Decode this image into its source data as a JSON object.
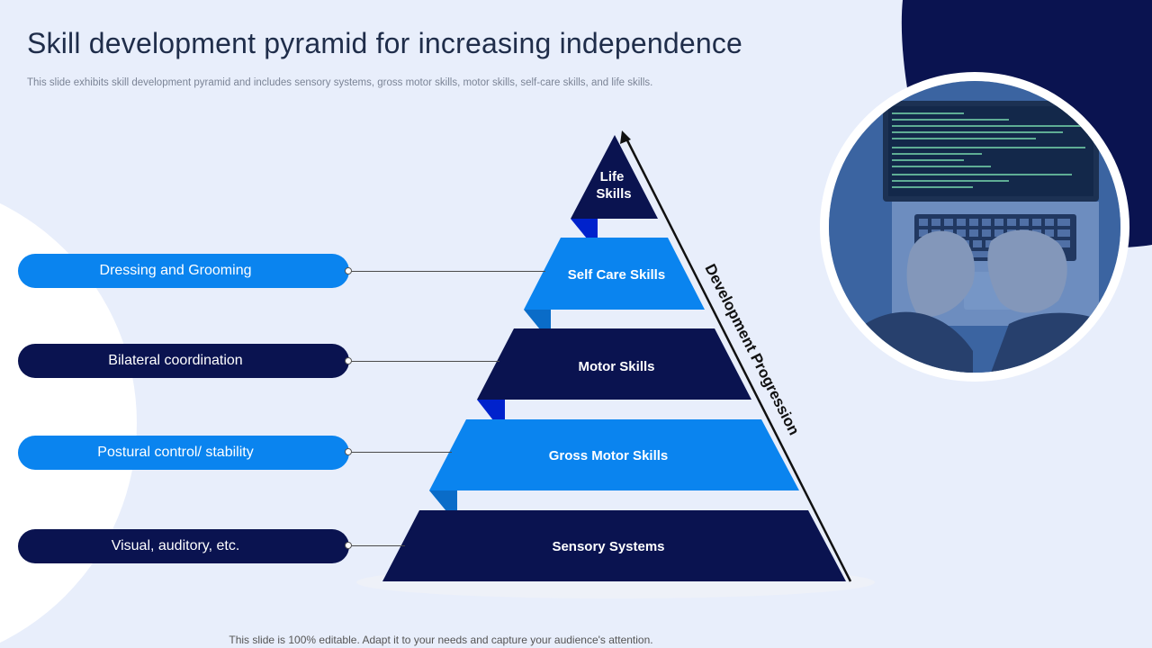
{
  "title": "Skill development pyramid for increasing independence",
  "subtitle": "This slide exhibits skill development pyramid and includes sensory systems, gross motor skills, motor skills, self-care skills, and life skills.",
  "pyramid": {
    "levels": [
      {
        "line1": "Life",
        "line2": "Skills"
      },
      {
        "label": "Self Care Skills"
      },
      {
        "label": "Motor Skills"
      },
      {
        "label": "Gross Motor Skills"
      },
      {
        "label": "Sensory Systems"
      }
    ],
    "arrow_label": "Development Progression"
  },
  "pills": [
    {
      "label": "Dressing and Grooming"
    },
    {
      "label": "Bilateral coordination"
    },
    {
      "label": "Postural control/ stability"
    },
    {
      "label": "Visual, auditory, etc."
    }
  ],
  "footer": "This slide is 100% editable. Adapt it to your needs and capture your audience's attention.",
  "colors": {
    "dark": "#0a1350",
    "light": "#0a84ef",
    "background": "#e8eefb"
  }
}
